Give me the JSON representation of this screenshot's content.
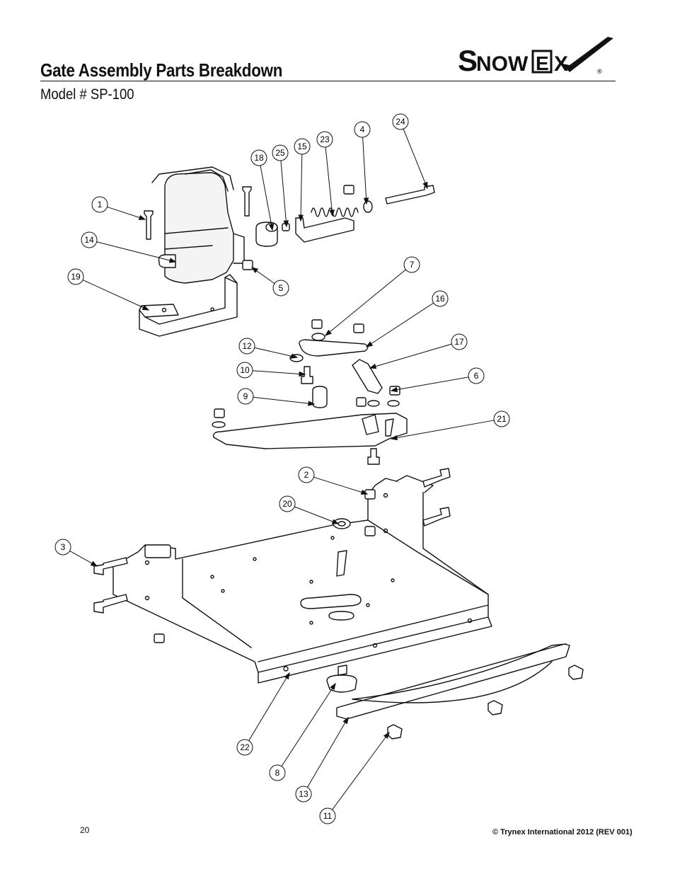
{
  "header": {
    "title": "Gate Assembly Parts Breakdown",
    "subtitle": "Model # SP-100",
    "logo_text": "SnowEx"
  },
  "footer": {
    "page_number": "20",
    "copyright": "© Trynex International 2012  (REV 001)"
  },
  "callouts": [
    {
      "label": "1"
    },
    {
      "label": "14"
    },
    {
      "label": "19"
    },
    {
      "label": "18"
    },
    {
      "label": "25"
    },
    {
      "label": "15"
    },
    {
      "label": "23"
    },
    {
      "label": "4"
    },
    {
      "label": "24"
    },
    {
      "label": "5"
    },
    {
      "label": "7"
    },
    {
      "label": "16"
    },
    {
      "label": "12"
    },
    {
      "label": "17"
    },
    {
      "label": "10"
    },
    {
      "label": "6"
    },
    {
      "label": "9"
    },
    {
      "label": "21"
    },
    {
      "label": "2"
    },
    {
      "label": "20"
    },
    {
      "label": "3"
    },
    {
      "label": "22"
    },
    {
      "label": "8"
    },
    {
      "label": "13"
    },
    {
      "label": "11"
    }
  ]
}
